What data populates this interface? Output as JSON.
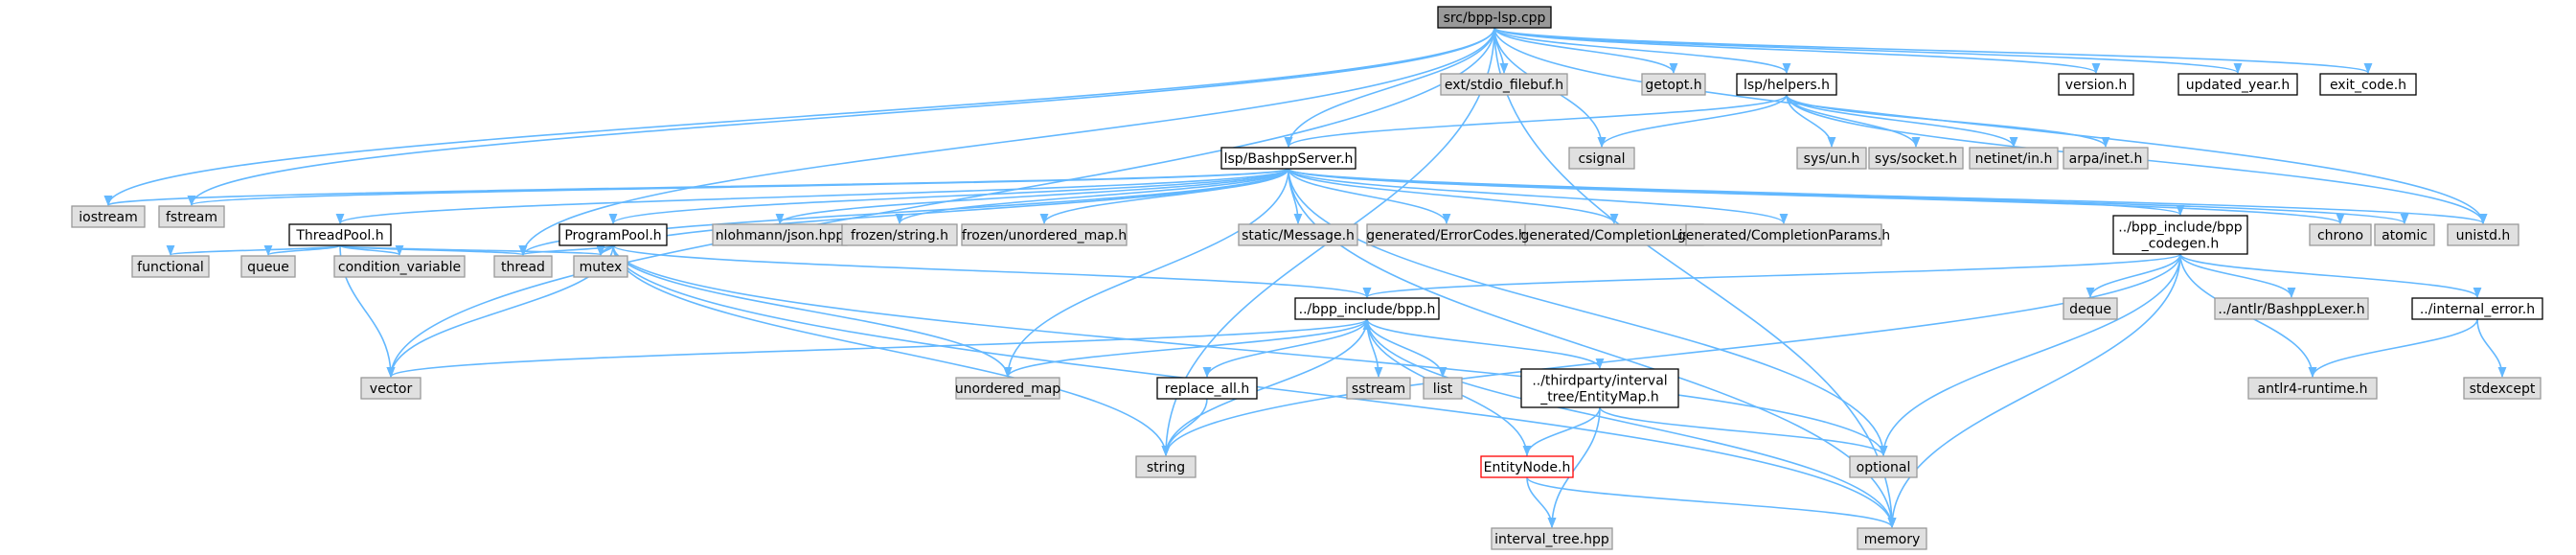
{
  "colors": {
    "edge": "#63b8ff",
    "root_fill": "#999999",
    "doc_fill": "#ffffff",
    "doc_border": "#000000",
    "system_fill": "#e0e0e0",
    "system_border": "#999999",
    "highlight_border": "#ff0000"
  },
  "nodes": [
    {
      "id": "root",
      "label": "src/bpp-lsp.cpp",
      "kind": "root"
    },
    {
      "id": "stdio_filebuf",
      "label": "ext/stdio_filebuf.h",
      "kind": "system"
    },
    {
      "id": "getopt",
      "label": "getopt.h",
      "kind": "system"
    },
    {
      "id": "helpers",
      "label": "lsp/helpers.h",
      "kind": "doc"
    },
    {
      "id": "version",
      "label": "version.h",
      "kind": "doc"
    },
    {
      "id": "updated_year",
      "label": "updated_year.h",
      "kind": "doc"
    },
    {
      "id": "exit_code",
      "label": "exit_code.h",
      "kind": "doc"
    },
    {
      "id": "server",
      "label": "lsp/BashppServer.h",
      "kind": "doc"
    },
    {
      "id": "csignal",
      "label": "csignal",
      "kind": "system"
    },
    {
      "id": "sys_un",
      "label": "sys/un.h",
      "kind": "system"
    },
    {
      "id": "sys_socket",
      "label": "sys/socket.h",
      "kind": "system"
    },
    {
      "id": "netinet",
      "label": "netinet/in.h",
      "kind": "system"
    },
    {
      "id": "arpa",
      "label": "arpa/inet.h",
      "kind": "system"
    },
    {
      "id": "iostream",
      "label": "iostream",
      "kind": "system"
    },
    {
      "id": "fstream",
      "label": "fstream",
      "kind": "system"
    },
    {
      "id": "threadpool",
      "label": "ThreadPool.h",
      "kind": "doc"
    },
    {
      "id": "programpool",
      "label": "ProgramPool.h",
      "kind": "doc"
    },
    {
      "id": "json",
      "label": "nlohmann/json.hpp",
      "kind": "system"
    },
    {
      "id": "frozen_string",
      "label": "frozen/string.h",
      "kind": "system"
    },
    {
      "id": "frozen_map",
      "label": "frozen/unordered_map.h",
      "kind": "system"
    },
    {
      "id": "static_msg",
      "label": "static/Message.h",
      "kind": "system"
    },
    {
      "id": "errcodes",
      "label": "generated/ErrorCodes.h",
      "kind": "system"
    },
    {
      "id": "complist",
      "label": "generated/CompletionList.h",
      "kind": "system"
    },
    {
      "id": "compparams",
      "label": "generated/CompletionParams.h",
      "kind": "system"
    },
    {
      "id": "codegen",
      "label": "../bpp_include/bpp\n_codegen.h",
      "kind": "doc"
    },
    {
      "id": "chrono",
      "label": "chrono",
      "kind": "system"
    },
    {
      "id": "atomic",
      "label": "atomic",
      "kind": "system"
    },
    {
      "id": "unistd",
      "label": "unistd.h",
      "kind": "system"
    },
    {
      "id": "functional",
      "label": "functional",
      "kind": "system"
    },
    {
      "id": "queue",
      "label": "queue",
      "kind": "system"
    },
    {
      "id": "condvar",
      "label": "condition_variable",
      "kind": "system"
    },
    {
      "id": "thread",
      "label": "thread",
      "kind": "system"
    },
    {
      "id": "mutex",
      "label": "mutex",
      "kind": "system"
    },
    {
      "id": "bpp",
      "label": "../bpp_include/bpp.h",
      "kind": "doc"
    },
    {
      "id": "deque",
      "label": "deque",
      "kind": "system"
    },
    {
      "id": "lexer",
      "label": "../antlr/BashppLexer.h",
      "kind": "system"
    },
    {
      "id": "internal_error",
      "label": "../internal_error.h",
      "kind": "doc"
    },
    {
      "id": "vector",
      "label": "vector",
      "kind": "system"
    },
    {
      "id": "unordered_map",
      "label": "unordered_map",
      "kind": "system"
    },
    {
      "id": "replace_all",
      "label": "replace_all.h",
      "kind": "doc"
    },
    {
      "id": "sstream",
      "label": "sstream",
      "kind": "system"
    },
    {
      "id": "list",
      "label": "list",
      "kind": "system"
    },
    {
      "id": "entitymap",
      "label": "../thirdparty/interval\n_tree/EntityMap.h",
      "kind": "doc"
    },
    {
      "id": "antlr4",
      "label": "antlr4-runtime.h",
      "kind": "system"
    },
    {
      "id": "stdexcept",
      "label": "stdexcept",
      "kind": "system"
    },
    {
      "id": "string",
      "label": "string",
      "kind": "system"
    },
    {
      "id": "optional",
      "label": "optional",
      "kind": "system"
    },
    {
      "id": "entitynode",
      "label": "EntityNode.h",
      "kind": "highlight"
    },
    {
      "id": "memory",
      "label": "memory",
      "kind": "system"
    },
    {
      "id": "interval_tree",
      "label": "interval_tree.hpp",
      "kind": "system"
    }
  ],
  "edges": [
    [
      "root",
      "stdio_filebuf"
    ],
    [
      "root",
      "getopt"
    ],
    [
      "root",
      "helpers"
    ],
    [
      "root",
      "version"
    ],
    [
      "root",
      "updated_year"
    ],
    [
      "root",
      "exit_code"
    ],
    [
      "root",
      "server"
    ],
    [
      "root",
      "csignal"
    ],
    [
      "root",
      "iostream"
    ],
    [
      "root",
      "fstream"
    ],
    [
      "root",
      "vector"
    ],
    [
      "root",
      "string"
    ],
    [
      "root",
      "thread"
    ],
    [
      "root",
      "memory"
    ],
    [
      "root",
      "unistd"
    ],
    [
      "helpers",
      "server"
    ],
    [
      "helpers",
      "csignal"
    ],
    [
      "helpers",
      "sys_un"
    ],
    [
      "helpers",
      "sys_socket"
    ],
    [
      "helpers",
      "netinet"
    ],
    [
      "helpers",
      "arpa"
    ],
    [
      "helpers",
      "unistd"
    ],
    [
      "server",
      "iostream"
    ],
    [
      "server",
      "fstream"
    ],
    [
      "server",
      "threadpool"
    ],
    [
      "server",
      "programpool"
    ],
    [
      "server",
      "json"
    ],
    [
      "server",
      "frozen_string"
    ],
    [
      "server",
      "frozen_map"
    ],
    [
      "server",
      "static_msg"
    ],
    [
      "server",
      "errcodes"
    ],
    [
      "server",
      "complist"
    ],
    [
      "server",
      "compparams"
    ],
    [
      "server",
      "codegen"
    ],
    [
      "server",
      "chrono"
    ],
    [
      "server",
      "atomic"
    ],
    [
      "server",
      "unistd"
    ],
    [
      "server",
      "thread"
    ],
    [
      "server",
      "mutex"
    ],
    [
      "server",
      "unordered_map"
    ],
    [
      "server",
      "optional"
    ],
    [
      "server",
      "memory"
    ],
    [
      "threadpool",
      "functional"
    ],
    [
      "threadpool",
      "queue"
    ],
    [
      "threadpool",
      "condvar"
    ],
    [
      "threadpool",
      "thread"
    ],
    [
      "threadpool",
      "mutex"
    ],
    [
      "threadpool",
      "vector"
    ],
    [
      "programpool",
      "bpp"
    ],
    [
      "programpool",
      "thread"
    ],
    [
      "programpool",
      "mutex"
    ],
    [
      "programpool",
      "vector"
    ],
    [
      "programpool",
      "unordered_map"
    ],
    [
      "programpool",
      "string"
    ],
    [
      "programpool",
      "memory"
    ],
    [
      "programpool",
      "optional"
    ],
    [
      "codegen",
      "bpp"
    ],
    [
      "codegen",
      "deque"
    ],
    [
      "codegen",
      "lexer"
    ],
    [
      "codegen",
      "internal_error"
    ],
    [
      "codegen",
      "antlr4"
    ],
    [
      "codegen",
      "string"
    ],
    [
      "codegen",
      "optional"
    ],
    [
      "codegen",
      "memory"
    ],
    [
      "internal_error",
      "antlr4"
    ],
    [
      "internal_error",
      "stdexcept"
    ],
    [
      "bpp",
      "vector"
    ],
    [
      "bpp",
      "unordered_map"
    ],
    [
      "bpp",
      "replace_all"
    ],
    [
      "bpp",
      "sstream"
    ],
    [
      "bpp",
      "list"
    ],
    [
      "bpp",
      "entitymap"
    ],
    [
      "bpp",
      "string"
    ],
    [
      "bpp",
      "memory"
    ],
    [
      "replace_all",
      "string"
    ],
    [
      "entitymap",
      "entitynode"
    ],
    [
      "entitymap",
      "interval_tree"
    ],
    [
      "entitymap",
      "optional"
    ],
    [
      "entitynode",
      "bpp"
    ],
    [
      "entitynode",
      "interval_tree"
    ],
    [
      "entitynode",
      "memory"
    ]
  ]
}
